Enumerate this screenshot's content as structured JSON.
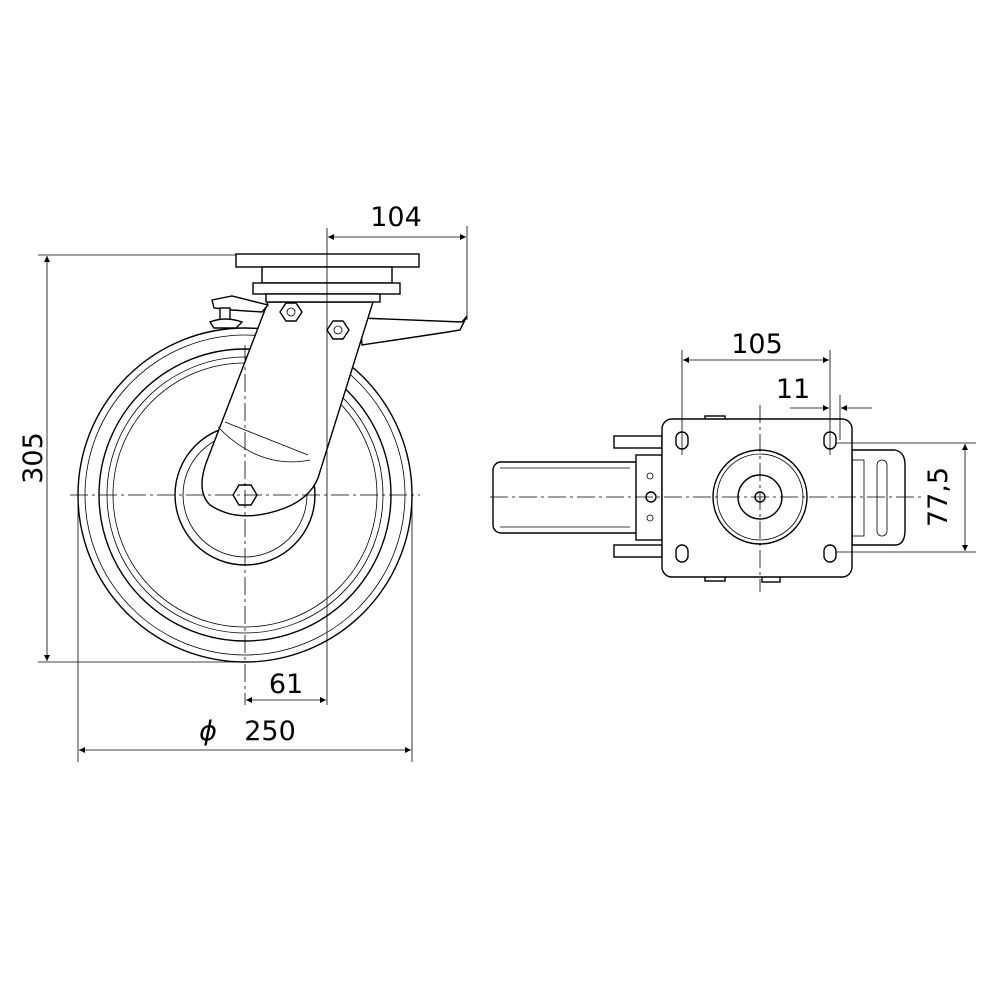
{
  "title": "Swivel castor with brake – dimension drawing",
  "dimensions": {
    "height": "305",
    "offset_top": "104",
    "offset": "61",
    "diameter_symbol": "ϕ",
    "wheel_diameter": "250",
    "plate_hole_spacing": "105",
    "slot_width": "11",
    "hole_spacing_y": "77,5"
  },
  "colors": {
    "line": "#000000",
    "background": "#ffffff"
  }
}
